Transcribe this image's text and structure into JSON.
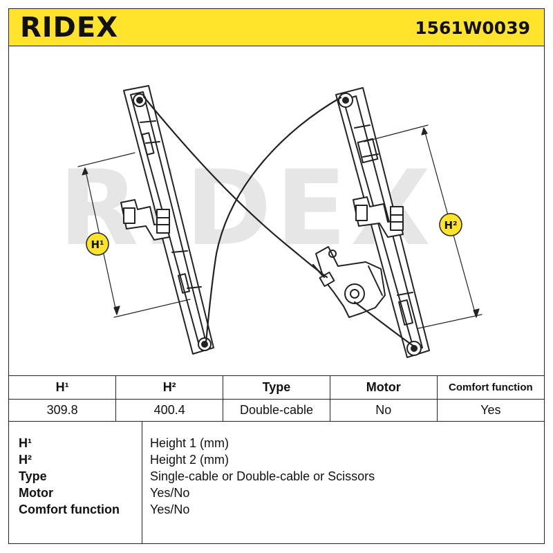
{
  "header": {
    "brand": "RIDEX",
    "part_number": "1561W0039"
  },
  "drawing": {
    "watermark": "RIDEX",
    "label_h1": "H¹",
    "label_h2": "H²"
  },
  "spec_table": {
    "headers": [
      "H¹",
      "H²",
      "Type",
      "Motor",
      "Comfort function"
    ],
    "values": [
      "309.8",
      "400.4",
      "Double-cable",
      "No",
      "Yes"
    ]
  },
  "legend": [
    {
      "key": "H¹",
      "value": "Height 1 (mm)"
    },
    {
      "key": "H²",
      "value": "Height 2 (mm)"
    },
    {
      "key": "Type",
      "value": "Single-cable or Double-cable or Scissors"
    },
    {
      "key": "Motor",
      "value": "Yes/No"
    },
    {
      "key": "Comfort function",
      "value": "Yes/No"
    }
  ],
  "colors": {
    "brand_yellow": "#ffe42b",
    "line": "#222222",
    "watermark": "#e6e6e6"
  },
  "icons": [
    "window-regulator-drawing"
  ]
}
